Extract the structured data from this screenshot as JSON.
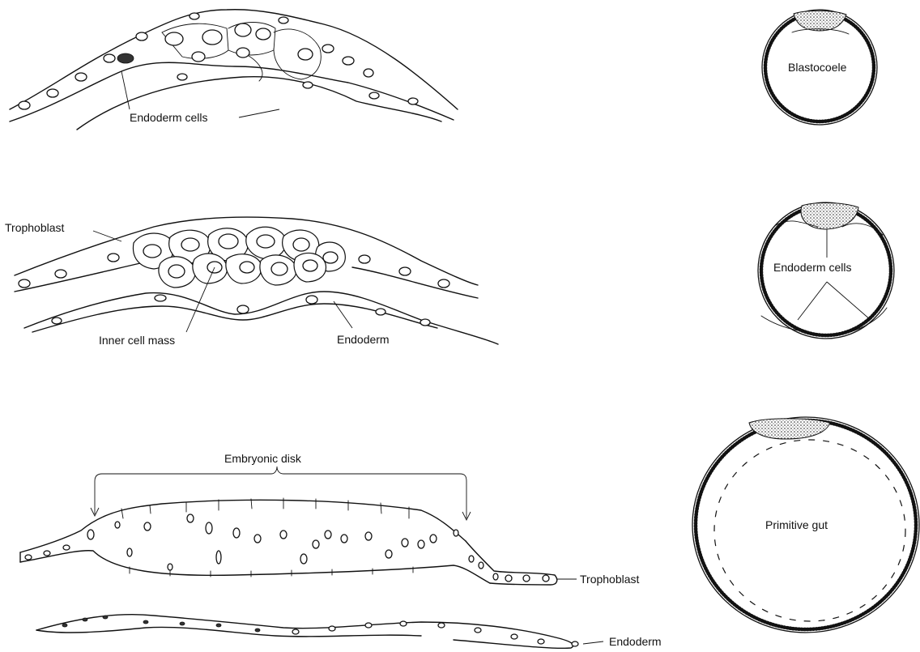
{
  "labels": {
    "endoderm_cells_top": "Endoderm cells",
    "trophoblast_mid": "Trophoblast",
    "inner_cell_mass": "Inner cell mass",
    "endoderm_mid": "Endoderm",
    "embryonic_disk": "Embryonic disk",
    "trophoblast_bottom": "Trophoblast",
    "endoderm_bottom": "Endoderm",
    "blastocoele": "Blastocoele",
    "endoderm_cells_right": "Endoderm cells",
    "primitive_gut": "Primitive gut"
  }
}
